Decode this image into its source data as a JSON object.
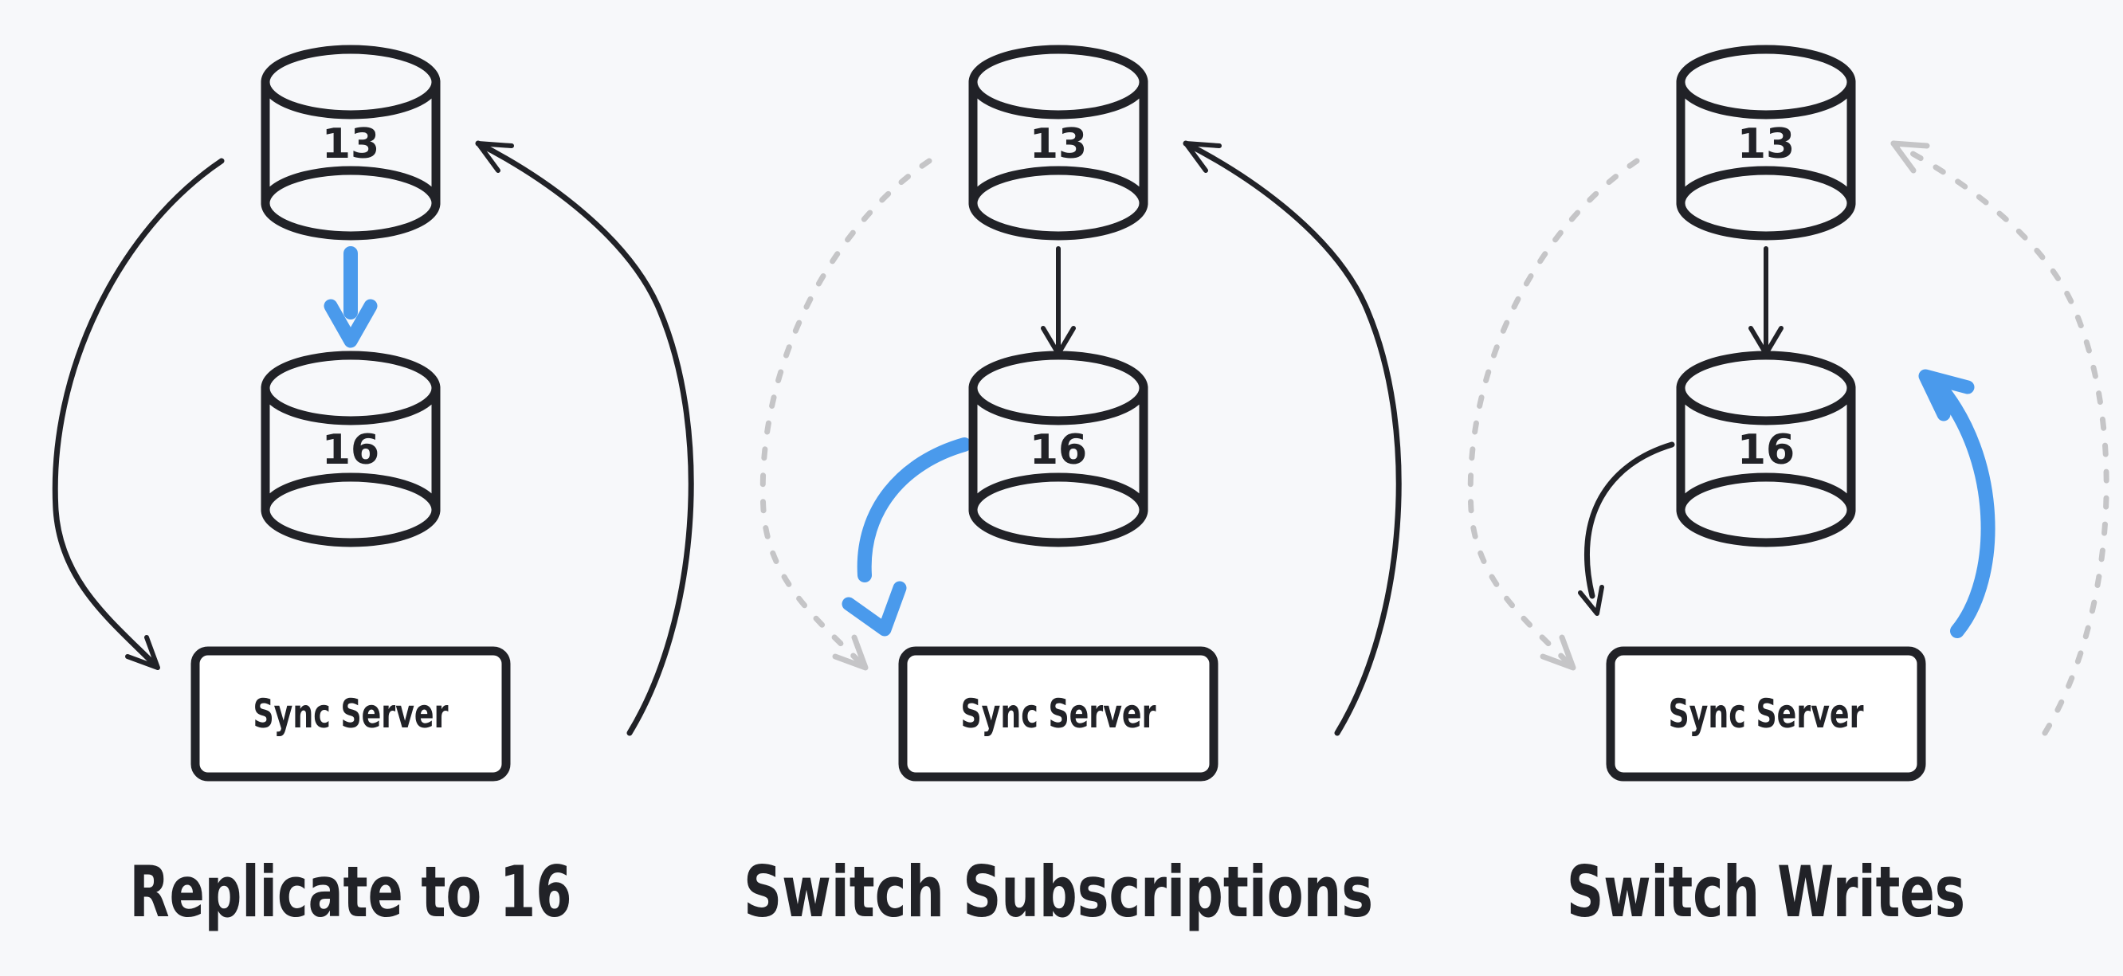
{
  "diagram": {
    "colors": {
      "background": "#f7f8fa",
      "ink": "#212227",
      "active_blue": "#4a9aec",
      "inactive_gray": "#c5c5c7"
    },
    "panels": [
      {
        "id": "replicate",
        "caption": "Replicate to 16",
        "source_db": "13",
        "target_db": "16",
        "server": "Sync Server",
        "highlighted_flow": "db13-to-db16-replication"
      },
      {
        "id": "switch-subscriptions",
        "caption": "Switch Subscriptions",
        "source_db": "13",
        "target_db": "16",
        "server": "Sync Server",
        "highlighted_flow": "db16-to-sync-server"
      },
      {
        "id": "switch-writes",
        "caption": "Switch Writes",
        "source_db": "13",
        "target_db": "16",
        "server": "Sync Server",
        "highlighted_flow": "sync-server-to-db16"
      }
    ]
  }
}
